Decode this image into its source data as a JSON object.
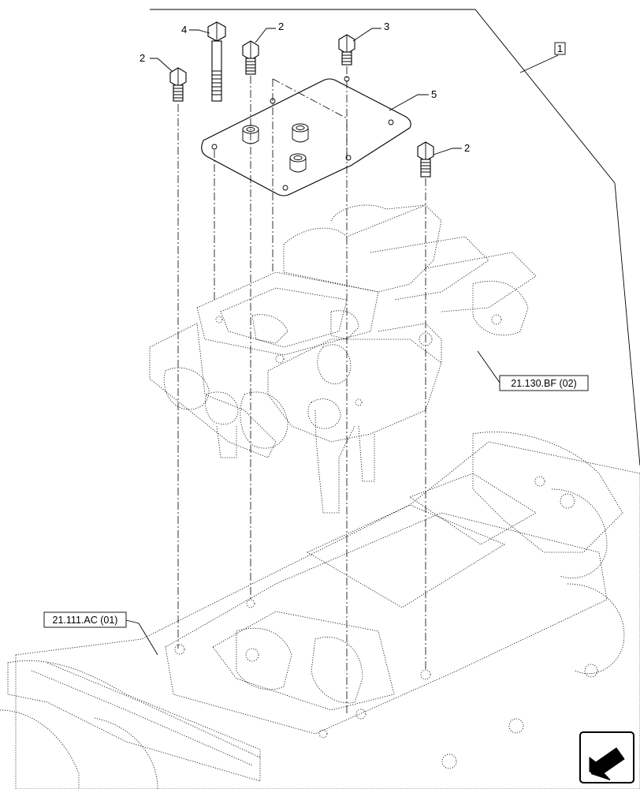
{
  "callouts": {
    "frame_ref": "1",
    "bolt_2_left": "2",
    "bolt_2_top": "2",
    "bolt_2_right": "2",
    "bolt_3": "3",
    "bolt_4": "4",
    "cover_plate": "5"
  },
  "references": {
    "valve_assembly": "21.130.BF (02)",
    "transmission_housing": "21.111.AC (01)"
  },
  "icons": {
    "nav_arrow": "previous-page-arrow-icon"
  }
}
